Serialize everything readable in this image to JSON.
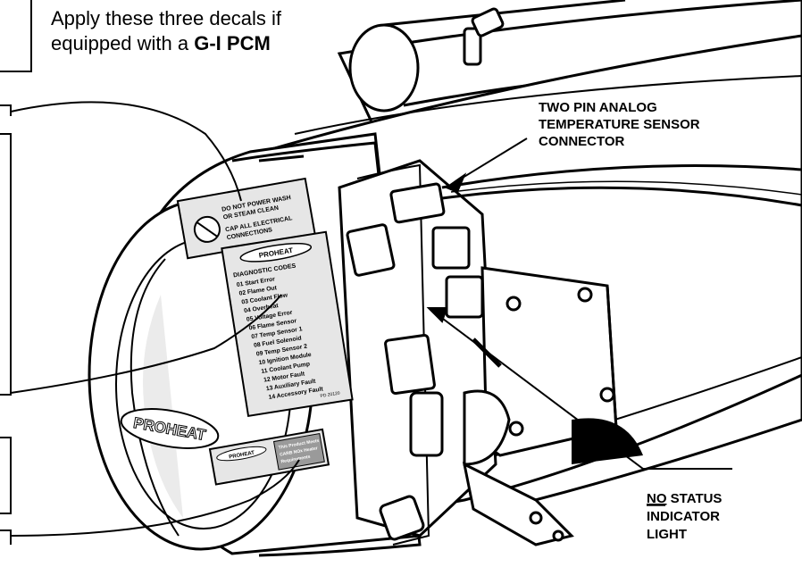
{
  "title": {
    "line1": "Apply these three decals if",
    "line2_prefix": "equipped with a ",
    "line2_bold": "G-I PCM"
  },
  "callouts": {
    "sensor": [
      "TWO PIN ANALOG",
      "TEMPERATURE SENSOR",
      "CONNECTOR"
    ],
    "status": {
      "underlined": "NO",
      "line1_rest": " STATUS",
      "line2": "INDICATOR",
      "line3": "LIGHT"
    }
  },
  "decals": {
    "warning": [
      "DO NOT POWER WASH",
      "OR STEAM CLEAN",
      "CAP ALL ELECTRICAL",
      "CONNECTIONS"
    ],
    "diagnostic": {
      "brand": "PROHEAT",
      "heading": "DIAGNOSTIC CODES",
      "codes": [
        "01  Start Error",
        "02  Flame Out",
        "03  Coolant Flow",
        "04  Overheat",
        "05  Voltage Error",
        "06  Flame Sensor",
        "07  Temp Sensor 1",
        "08  Fuel Solenoid",
        "09  Temp Sensor 2",
        "10  Ignition Module",
        "11  Coolant Pump",
        "12  Motor Fault",
        "13  Auxiliary Fault",
        "14  Accessory Fault"
      ],
      "part_no": "PD 20120"
    },
    "compliance": {
      "brand": "PROHEAT",
      "text": [
        "This Product Meets",
        "CARB NOx Heater",
        "Requirements"
      ]
    },
    "end_cap_brand": "PROHEAT"
  },
  "colors": {
    "ink": "#000000",
    "paper": "#ffffff",
    "shade": "#e6e6e6",
    "dark_shade": "#9a9a9a"
  }
}
